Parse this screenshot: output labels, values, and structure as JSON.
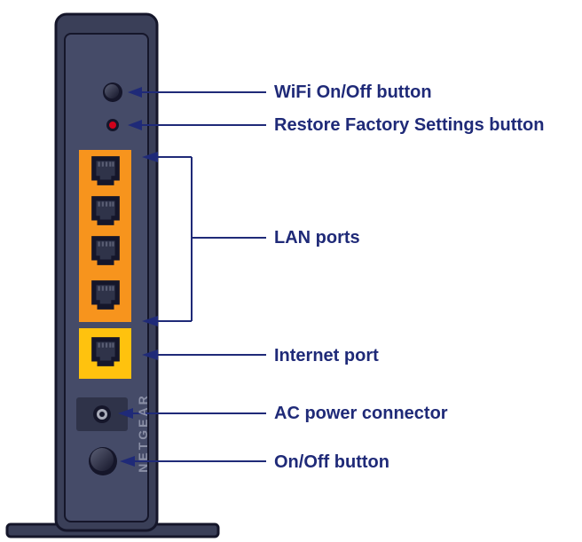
{
  "labels": {
    "wifi_button": "WiFi On/Off button",
    "restore_button": "Restore Factory Settings button",
    "lan_ports": "LAN ports",
    "internet_port": "Internet port",
    "ac_power": "AC power connector",
    "onoff_button": "On/Off button"
  },
  "device": {
    "brand": "NETGEAR",
    "lan_port_count": 4,
    "internet_port_count": 1
  },
  "colors": {
    "chassis": "#3a3f58",
    "chassis_panel": "#454b68",
    "chassis_outline": "#15162a",
    "lan_block": "#f7941d",
    "internet_block": "#ffc20e",
    "callout_line": "#1f2a78",
    "restore_dot": "#d0021b"
  }
}
